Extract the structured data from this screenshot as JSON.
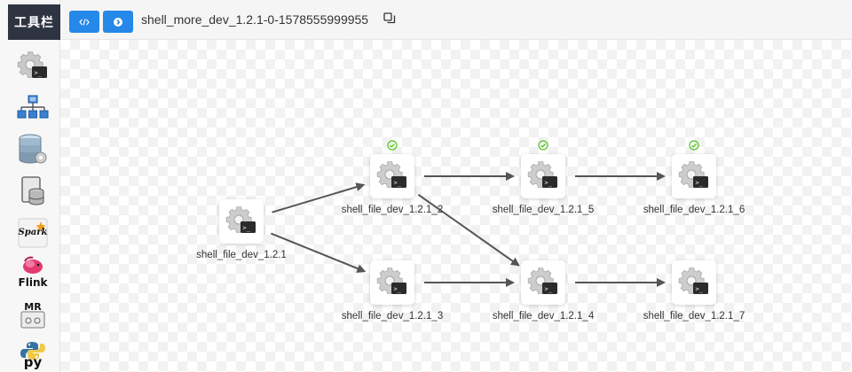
{
  "toolbar": {
    "title": "工具栏",
    "items": [
      {
        "name": "shell",
        "icon": "shell-gear-icon"
      },
      {
        "name": "sub-process",
        "icon": "org-tree-icon"
      },
      {
        "name": "procedure",
        "icon": "database-stack-icon"
      },
      {
        "name": "sql",
        "icon": "sql-file-icon"
      },
      {
        "name": "spark",
        "icon": "spark-logo-icon",
        "label": "Spark"
      },
      {
        "name": "flink",
        "icon": "flink-logo-icon",
        "label": "Flink"
      },
      {
        "name": "mr",
        "icon": "mr-icon",
        "label": "MR"
      },
      {
        "name": "python",
        "icon": "python-logo-icon",
        "label": "py"
      }
    ]
  },
  "header": {
    "code_button_icon": "code-icon",
    "run_button_icon": "circle-chevron-right-icon",
    "title": "shell_more_dev_1.2.1-0-1578555999955",
    "copy_icon": "copy-icon"
  },
  "colors": {
    "accent": "#2688e8",
    "toolbar_header": "#2f3442",
    "success": "#52c41a",
    "edge": "#555555"
  },
  "nodes": [
    {
      "id": "n1",
      "label": "shell_file_dev_1.2.1",
      "status": ""
    },
    {
      "id": "n2",
      "label": "shell_file_dev_1.2.1_2",
      "status": "success"
    },
    {
      "id": "n3",
      "label": "shell_file_dev_1.2.1_3",
      "status": ""
    },
    {
      "id": "n4",
      "label": "shell_file_dev_1.2.1_4",
      "status": ""
    },
    {
      "id": "n5",
      "label": "shell_file_dev_1.2.1_5",
      "status": "success"
    },
    {
      "id": "n6",
      "label": "shell_file_dev_1.2.1_6",
      "status": "success"
    },
    {
      "id": "n7",
      "label": "shell_file_dev_1.2.1_7",
      "status": ""
    }
  ],
  "edges": [
    {
      "from": "n1",
      "to": "n2"
    },
    {
      "from": "n1",
      "to": "n3"
    },
    {
      "from": "n2",
      "to": "n5"
    },
    {
      "from": "n2",
      "to": "n4"
    },
    {
      "from": "n3",
      "to": "n4"
    },
    {
      "from": "n5",
      "to": "n6"
    },
    {
      "from": "n4",
      "to": "n7"
    }
  ]
}
